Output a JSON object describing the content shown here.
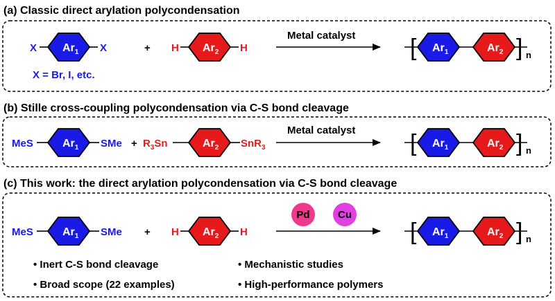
{
  "colors": {
    "blue": "#1a1ae6",
    "red": "#e61a1a",
    "pd": "#f0388c",
    "cu": "#e040e0",
    "black": "#000000"
  },
  "panels": {
    "a": {
      "title": "(a) Classic direct arylation polycondensation",
      "left_x": "X",
      "right_x": "X",
      "plus": "+",
      "left_h": "H",
      "right_h": "H",
      "note": "X = Br, I, etc.",
      "arrow_label": "Metal catalyst"
    },
    "b": {
      "title": "(b) Stille cross-coupling polycondensation via C-S bond cleavage",
      "left_sub": "MeS",
      "right_sub": "SMe",
      "plus": "+",
      "left_sn": "R",
      "left_sn_sub": "3",
      "left_sn_tail": "Sn",
      "right_sn": "SnR",
      "right_sn_sub": "3",
      "arrow_label": "Metal catalyst"
    },
    "c": {
      "title": "(c) This work: the direct arylation polycondensation via C-S bond cleavage",
      "left_sub": "MeS",
      "right_sub": "SMe",
      "plus": "+",
      "left_h": "H",
      "right_h": "H",
      "catalyst_1": "Pd",
      "catalyst_2": "Cu",
      "bullets": [
        "• Inert C-S bond cleavage",
        "• Broad scope (22 examples)",
        "• Mechanistic studies",
        "• High-performance polymers"
      ]
    }
  },
  "rings": {
    "ar": "Ar",
    "sub_1": "1",
    "sub_2": "2"
  },
  "polymer": {
    "open": "[",
    "close": "]",
    "repeat": "n"
  }
}
